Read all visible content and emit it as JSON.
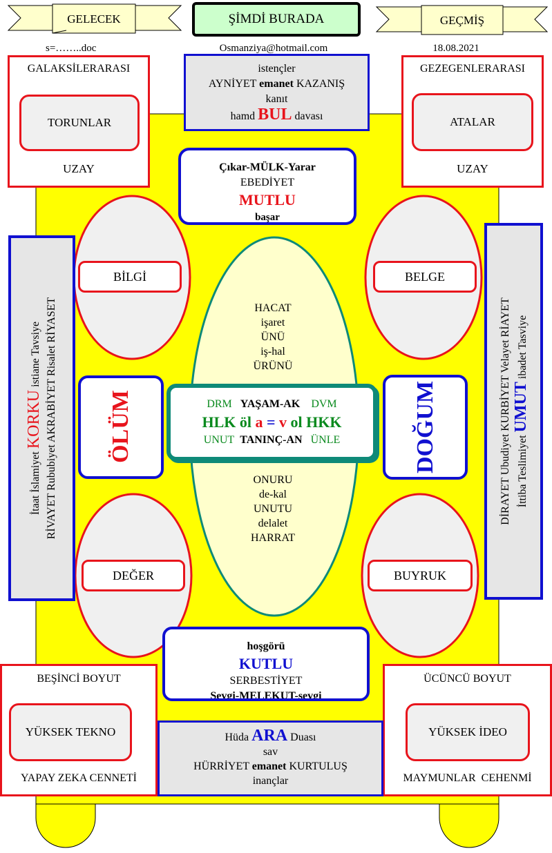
{
  "header": {
    "future_label": "GELECEK",
    "now_label": "ŞİMDİ BURADA",
    "past_label": "GEÇMİŞ",
    "doc_ref": "s=……..doc",
    "email": "Osmanziya@hotmail.com",
    "date": "18.08.2021"
  },
  "top_left": {
    "title": "GALAKSİLERARASI",
    "inner": "TORUNLAR",
    "bottom": "UZAY"
  },
  "top_right": {
    "title": "GEZEGENLERARASI",
    "inner": "ATALAR",
    "bottom": "UZAY"
  },
  "top_center": {
    "line1": "istençler",
    "line2_a": "AYNİYET ",
    "line2_b": "emanet",
    "line2_c": " KAZANIŞ",
    "line3": "kanıt",
    "line4_a": "hamd ",
    "line4_b": "BUL",
    "line4_c": " davası"
  },
  "upper_center": {
    "line1": "Çıkar-MÜLK-Yarar",
    "line2": "EBEDİYET",
    "line3": "MUTLU",
    "line4": "başar"
  },
  "ovals": {
    "top_left": "BİLGİ",
    "top_right": "BELGE",
    "bottom_left": "DEĞER",
    "bottom_right": "BUYRUK"
  },
  "middle_left": "ÖLÜM",
  "middle_right": "DOĞUM",
  "center_top_words": [
    "HACAT",
    "işaret",
    "ÜNÜ",
    "iş-hal",
    "ÜRÜNÜ"
  ],
  "center_bottom_words": [
    "ONURU",
    "de-kal",
    "UNUTU",
    "delalet",
    "HARRAT"
  ],
  "center_box": {
    "r1_left": "DRM",
    "r1_mid": "YAŞAM-AK",
    "r1_right": "DVM",
    "r2_a": "HLK öl ",
    "r2_b": "a",
    "r2_c": " = ",
    "r2_d": "v",
    "r2_e": " ol HKK",
    "r3_left": "UNUT",
    "r3_mid": "TANINÇ-AN",
    "r3_right": "ÜNLE"
  },
  "left_vertical": {
    "line1_a": "İtaat İslamiyet ",
    "line1_b": "KORKU",
    "line1_c": " istiane Tavsiye",
    "line2": "RİVAYET Rububiyet AKRABİYET Risalet RİYASET"
  },
  "right_vertical": {
    "line1": "DİRAYET Ubudiyet KURBİYET Velayet RİAYET",
    "line2_a": "İttiba Teslimiyet ",
    "line2_b": "UMUT",
    "line2_c": " ibadet Tasviye"
  },
  "lower_center": {
    "line1": "hoşgörü",
    "line2": "KUTLU",
    "line3": "SERBESTİYET",
    "line4": "Sevgi-MELEKUT-sevgi"
  },
  "bottom_left": {
    "title": "BEŞİNCİ BOYUT",
    "inner": "YÜKSEK TEKNO",
    "bottom": "YAPAY ZEKA CENNETİ"
  },
  "bottom_right": {
    "title": "ÜCÜNCÜ BOYUT",
    "inner": "YÜKSEK İDEO",
    "bottom": "MAYMUNLAR  CEHENMİ"
  },
  "bottom_center": {
    "line1_a": "Hüda ",
    "line1_b": "ARA",
    "line1_c": " Duası",
    "line2": "sav",
    "line3_a": "HÜRRİYET ",
    "line3_b": "emanet",
    "line3_c": " KURTULUŞ",
    "line4": "inançlar"
  },
  "colors": {
    "yellow": "#ffff00",
    "red": "#e8141c",
    "blue": "#1010d0",
    "green": "#0a8a1e",
    "teal": "#0e8a78",
    "grey_fill": "#e6e6e6",
    "light_yellow": "#ffffcc",
    "light_green": "#ccffcc"
  }
}
